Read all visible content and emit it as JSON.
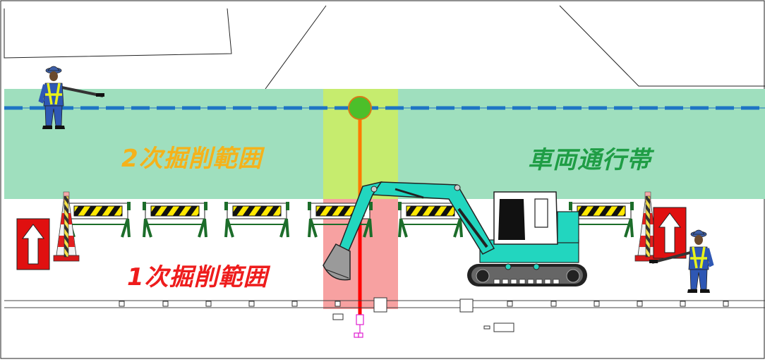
{
  "labels": {
    "secondary_excavation": "2次掘削範囲",
    "vehicle_lane": "車両通行帯",
    "primary_excavation": "1次掘削範囲"
  },
  "colors": {
    "lane_band": "#9fdfbe",
    "secondary_zone": "#c6ec6e",
    "primary_zone": "#f7a1a1",
    "secondary_text": "#f5b21a",
    "lane_text": "#1f9d45",
    "primary_text": "#ee1c1c",
    "pipe_dashed": "#1e74c4",
    "pipe_orange": "#ff7a00",
    "pipe_red": "#ff0000",
    "excavator": "#22d6bf",
    "arrow_sign": "#e01010",
    "barricade_yellow": "#ffe800"
  },
  "icons": {
    "flagger_left": "traffic-flagger-icon",
    "flagger_right": "traffic-flagger-icon",
    "excavator": "excavator-icon",
    "arrow_sign_left": "up-arrow-sign-icon",
    "arrow_sign_right": "up-arrow-sign-icon",
    "traffic_cone": "traffic-cone-icon",
    "barricade": "barricade-icon",
    "manhole": "manhole-icon"
  }
}
